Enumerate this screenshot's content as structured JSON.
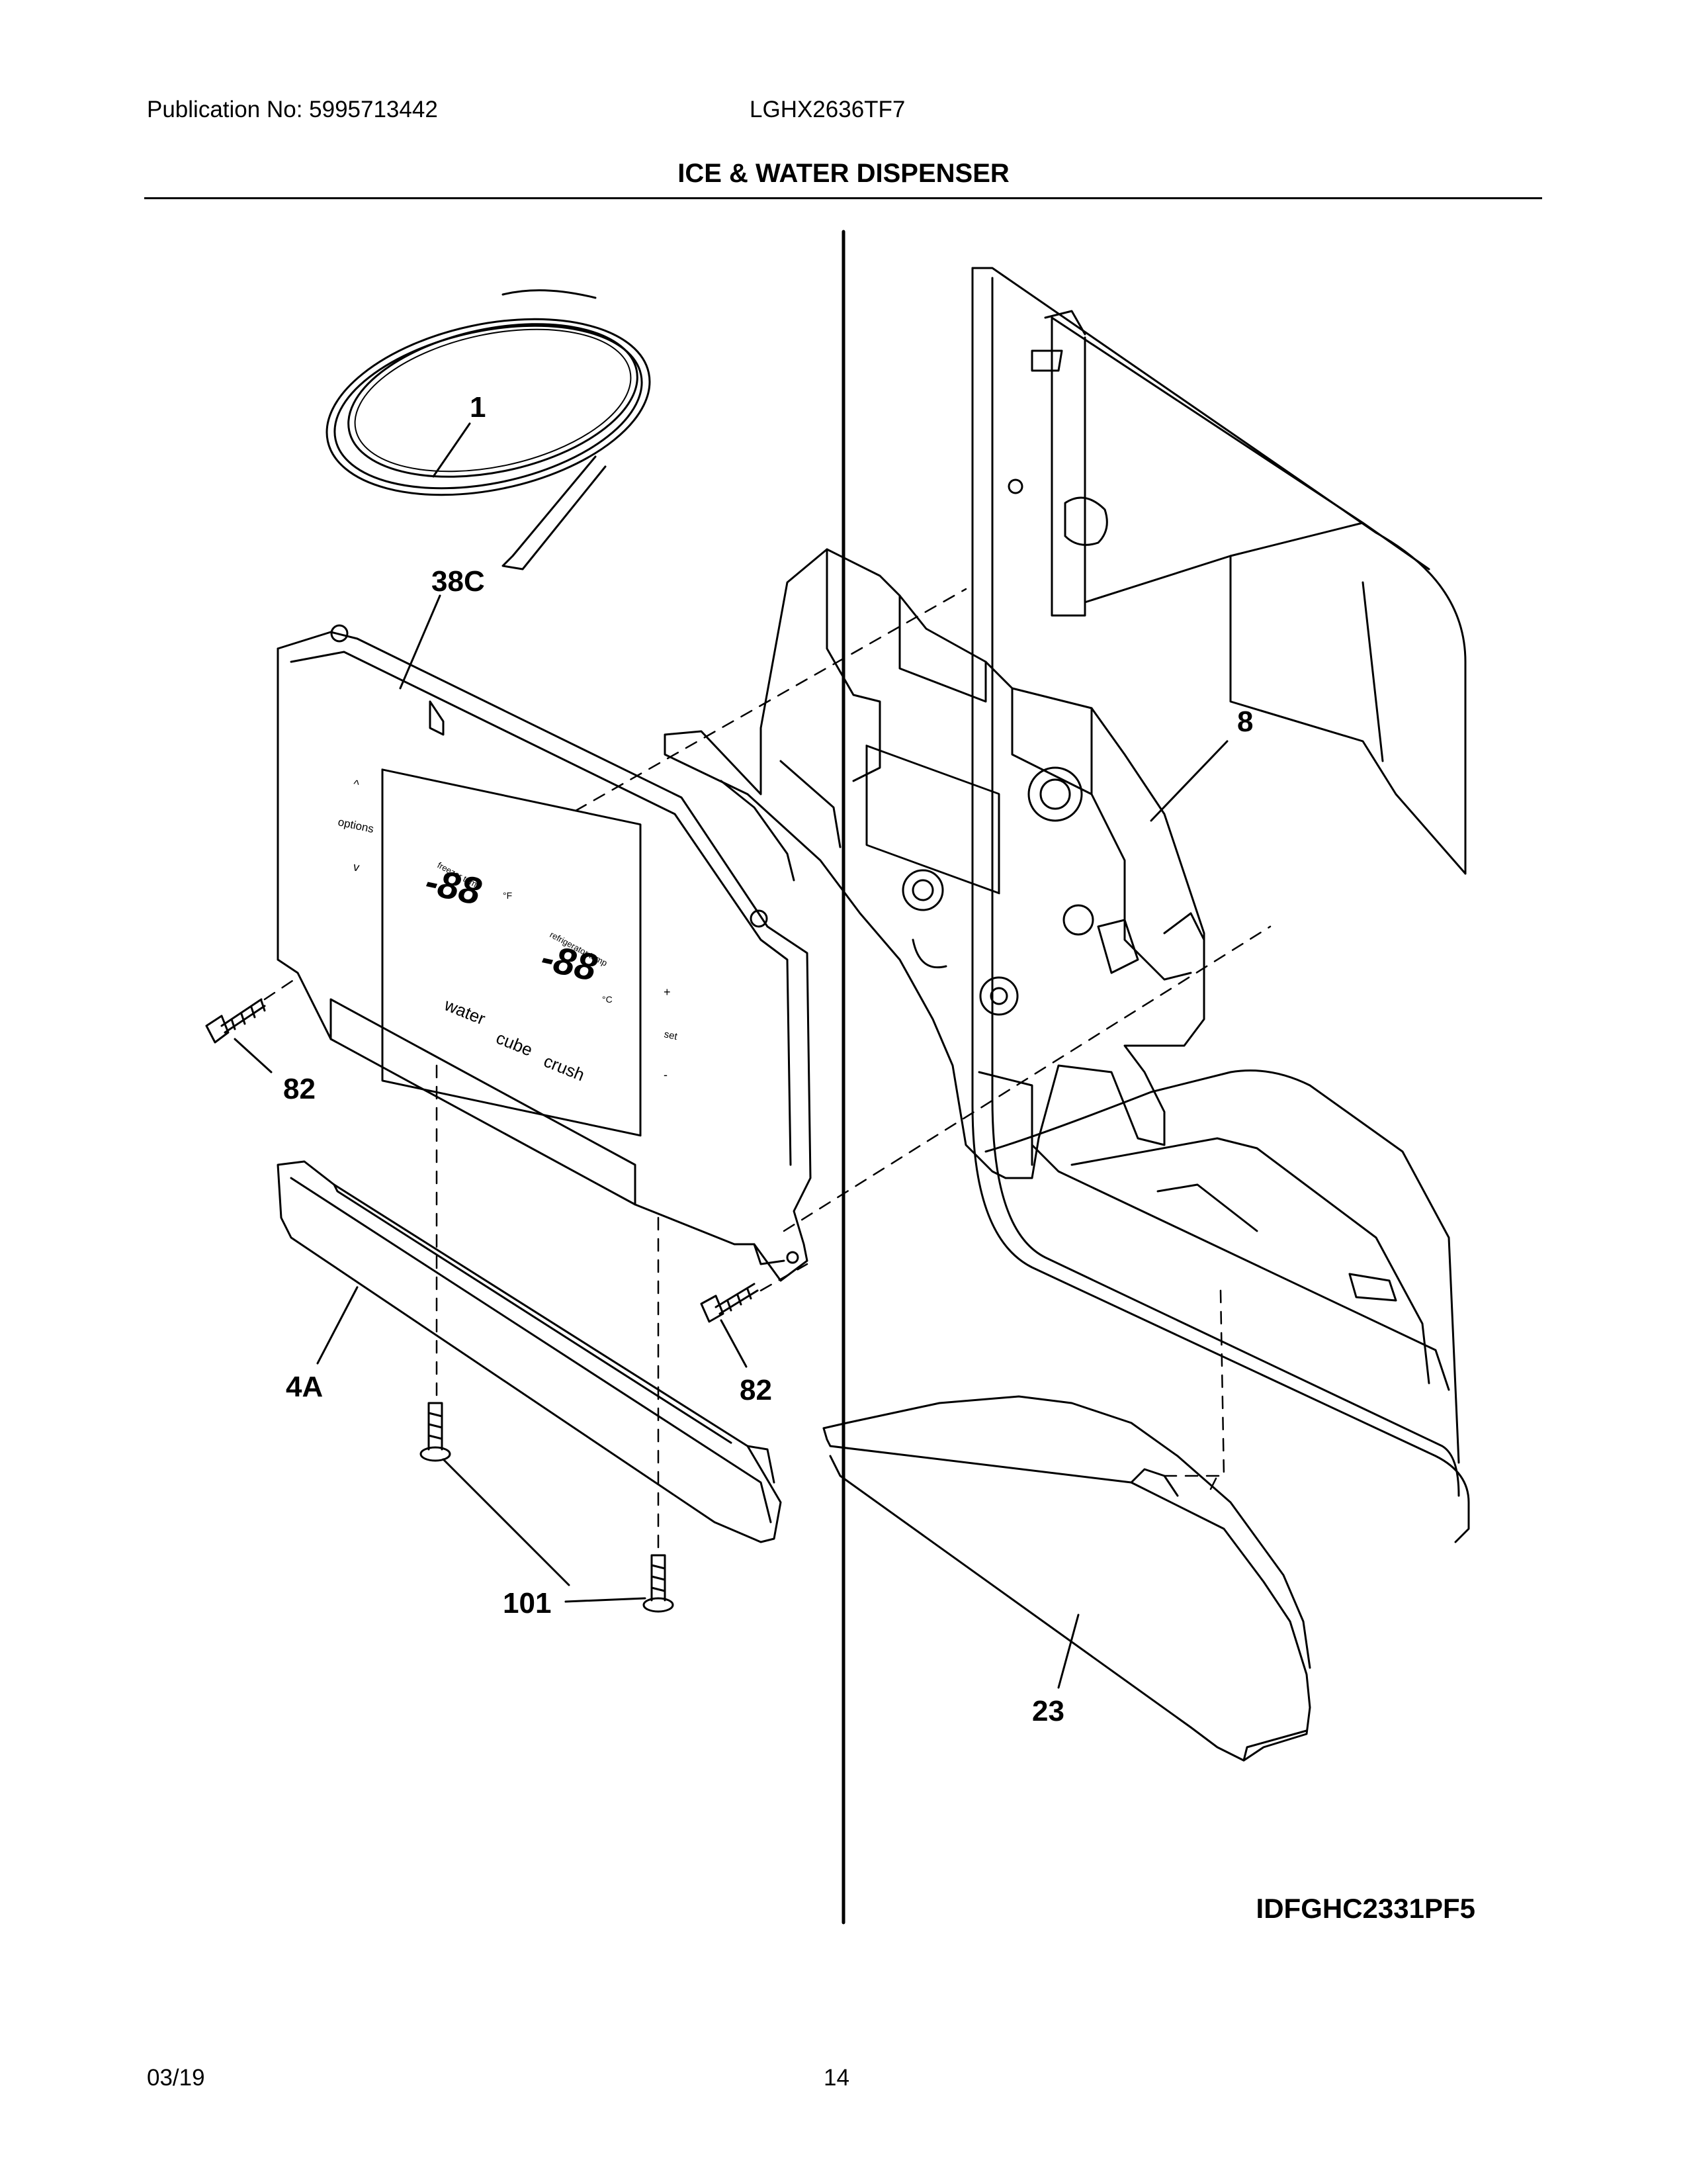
{
  "header": {
    "publication": "Publication No: 5995713442",
    "model": "LGHX2636TF7",
    "title": "ICE & WATER DISPENSER"
  },
  "callouts": {
    "tubing": "1",
    "control_panel": "38C",
    "dispenser_housing": "8",
    "screw_left": "82",
    "screw_right": "82",
    "lower_trim": "4A",
    "screws_bottom": "101",
    "drip_tray": "23"
  },
  "panel_labels": {
    "options": "options",
    "freezer_temp": "freezer temp",
    "refrigerator_temp": "refrigerator temp",
    "freezer_display": "-88",
    "fridge_display": "-88",
    "water": "water",
    "cube": "cube",
    "crush": "crush",
    "set": "set",
    "up": "^",
    "down": "v",
    "plus": "+",
    "minus": "-",
    "unit_f": "°F",
    "unit_c": "°C"
  },
  "diagram_code": "IDFGHC2331PF5",
  "footer": {
    "date": "03/19",
    "page": "14"
  }
}
